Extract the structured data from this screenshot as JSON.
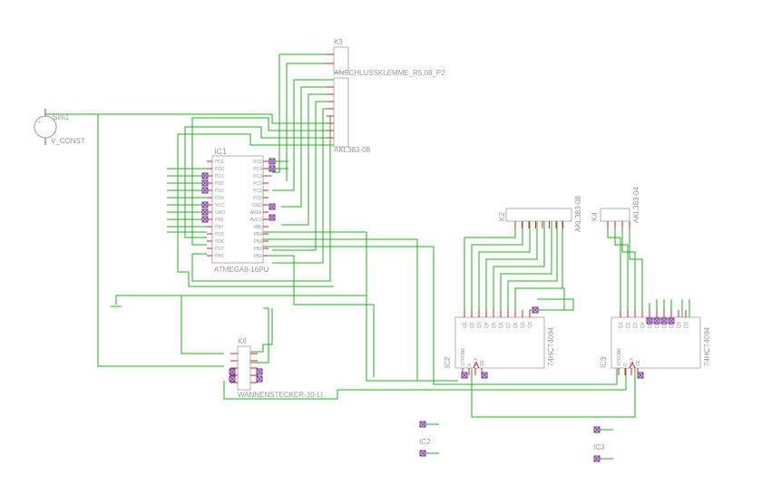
{
  "colors": {
    "wire": "#20b020",
    "pin_lead": "#d02030",
    "body_outline": "#b0b0b0",
    "text": "#9a9a9a",
    "marker": "#7a3a8a"
  },
  "parts": {
    "k3": {
      "name": "K3",
      "value": "ANSCHLUSSKLEMME_R5,08_P2"
    },
    "akl_top": {
      "value": "AKL383-08"
    },
    "sim1": {
      "name": "Sim1",
      "value": "V_CONST"
    },
    "ic1": {
      "name": "IC1",
      "value": "ATMEGA8-16PU",
      "left_pins": [
        "PC6",
        "PD0",
        "PD1",
        "PD2",
        "PD3",
        "PD4",
        "VCC",
        "GND",
        "PB6",
        "PB7",
        "PD5",
        "PD6",
        "PD7",
        "PB0"
      ],
      "right_pins": [
        "PC5",
        "PC4",
        "PC3",
        "PC2",
        "PC1",
        "PC0",
        "GND",
        "AREF",
        "AVCC",
        "PB5",
        "PB4",
        "PB3",
        "PB2",
        "PB1"
      ]
    },
    "k2": {
      "name": "K2",
      "value": "AKL383-08"
    },
    "k4": {
      "name": "K4",
      "value": "AKL383-04"
    },
    "ic2": {
      "name": "IC2",
      "value": "74HCT4094",
      "top_pins": [
        "Q1",
        "Q2",
        "Q3",
        "Q4",
        "Q5",
        "Q6",
        "Q7",
        "Q8",
        "QS",
        "QS"
      ],
      "bottom_pins": [
        "STROBE",
        "D",
        "CLK",
        "OE"
      ]
    },
    "ic3": {
      "name": "IC3",
      "value": "74HCT4094",
      "top_pins": [
        "Q1",
        "Q2",
        "Q3",
        "Q4",
        "Q5",
        "Q6",
        "Q7",
        "Q8",
        "QS",
        "QS"
      ],
      "bottom_pins": [
        "STROBE",
        "D",
        "CLK",
        "OE"
      ]
    },
    "k6": {
      "name": "K6",
      "value": "WANNENSTECKER-10-LI"
    },
    "ic2_supply": {
      "name": "IC2"
    },
    "ic3_supply": {
      "name": "IC3"
    }
  }
}
